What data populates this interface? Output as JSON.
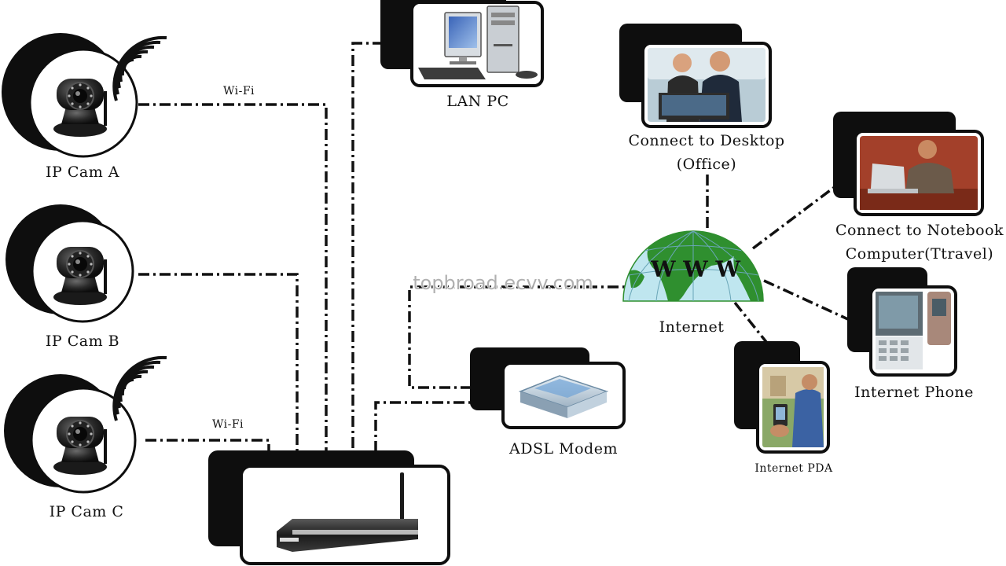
{
  "devices": {
    "cam_a": {
      "label": "IP Cam A"
    },
    "cam_b": {
      "label": "IP Cam B"
    },
    "cam_c": {
      "label": "IP Cam  C"
    },
    "lan_pc": {
      "label": "LAN PC"
    },
    "adsl_modem": {
      "label": "ADSL Modem"
    },
    "desktop": {
      "line1": "Connect to Desktop",
      "line2": "(Office)"
    },
    "notebook": {
      "line1": "Connect to Notebook",
      "line2": "Computer(Ttravel)"
    },
    "phone": {
      "label": "Internet Phone"
    },
    "pda": {
      "label": "Internet PDA"
    },
    "internet": {
      "label": "Internet",
      "globe_text": "W W W"
    }
  },
  "links": {
    "wifi_a": "Wi-Fi",
    "wifi_c": "Wi-Fi"
  },
  "watermark": "topbroad.ecvv.com",
  "colors": {
    "frame": "#111111",
    "ocean": "#bfe6ef",
    "land": "#2f8f2f",
    "wire": "#111111"
  },
  "icons": [
    "camera-icon",
    "wifi-signal-icon",
    "desktop-pc-icon",
    "router-icon",
    "modem-icon",
    "globe-icon",
    "photo-icon",
    "phone-icon",
    "pda-icon"
  ]
}
